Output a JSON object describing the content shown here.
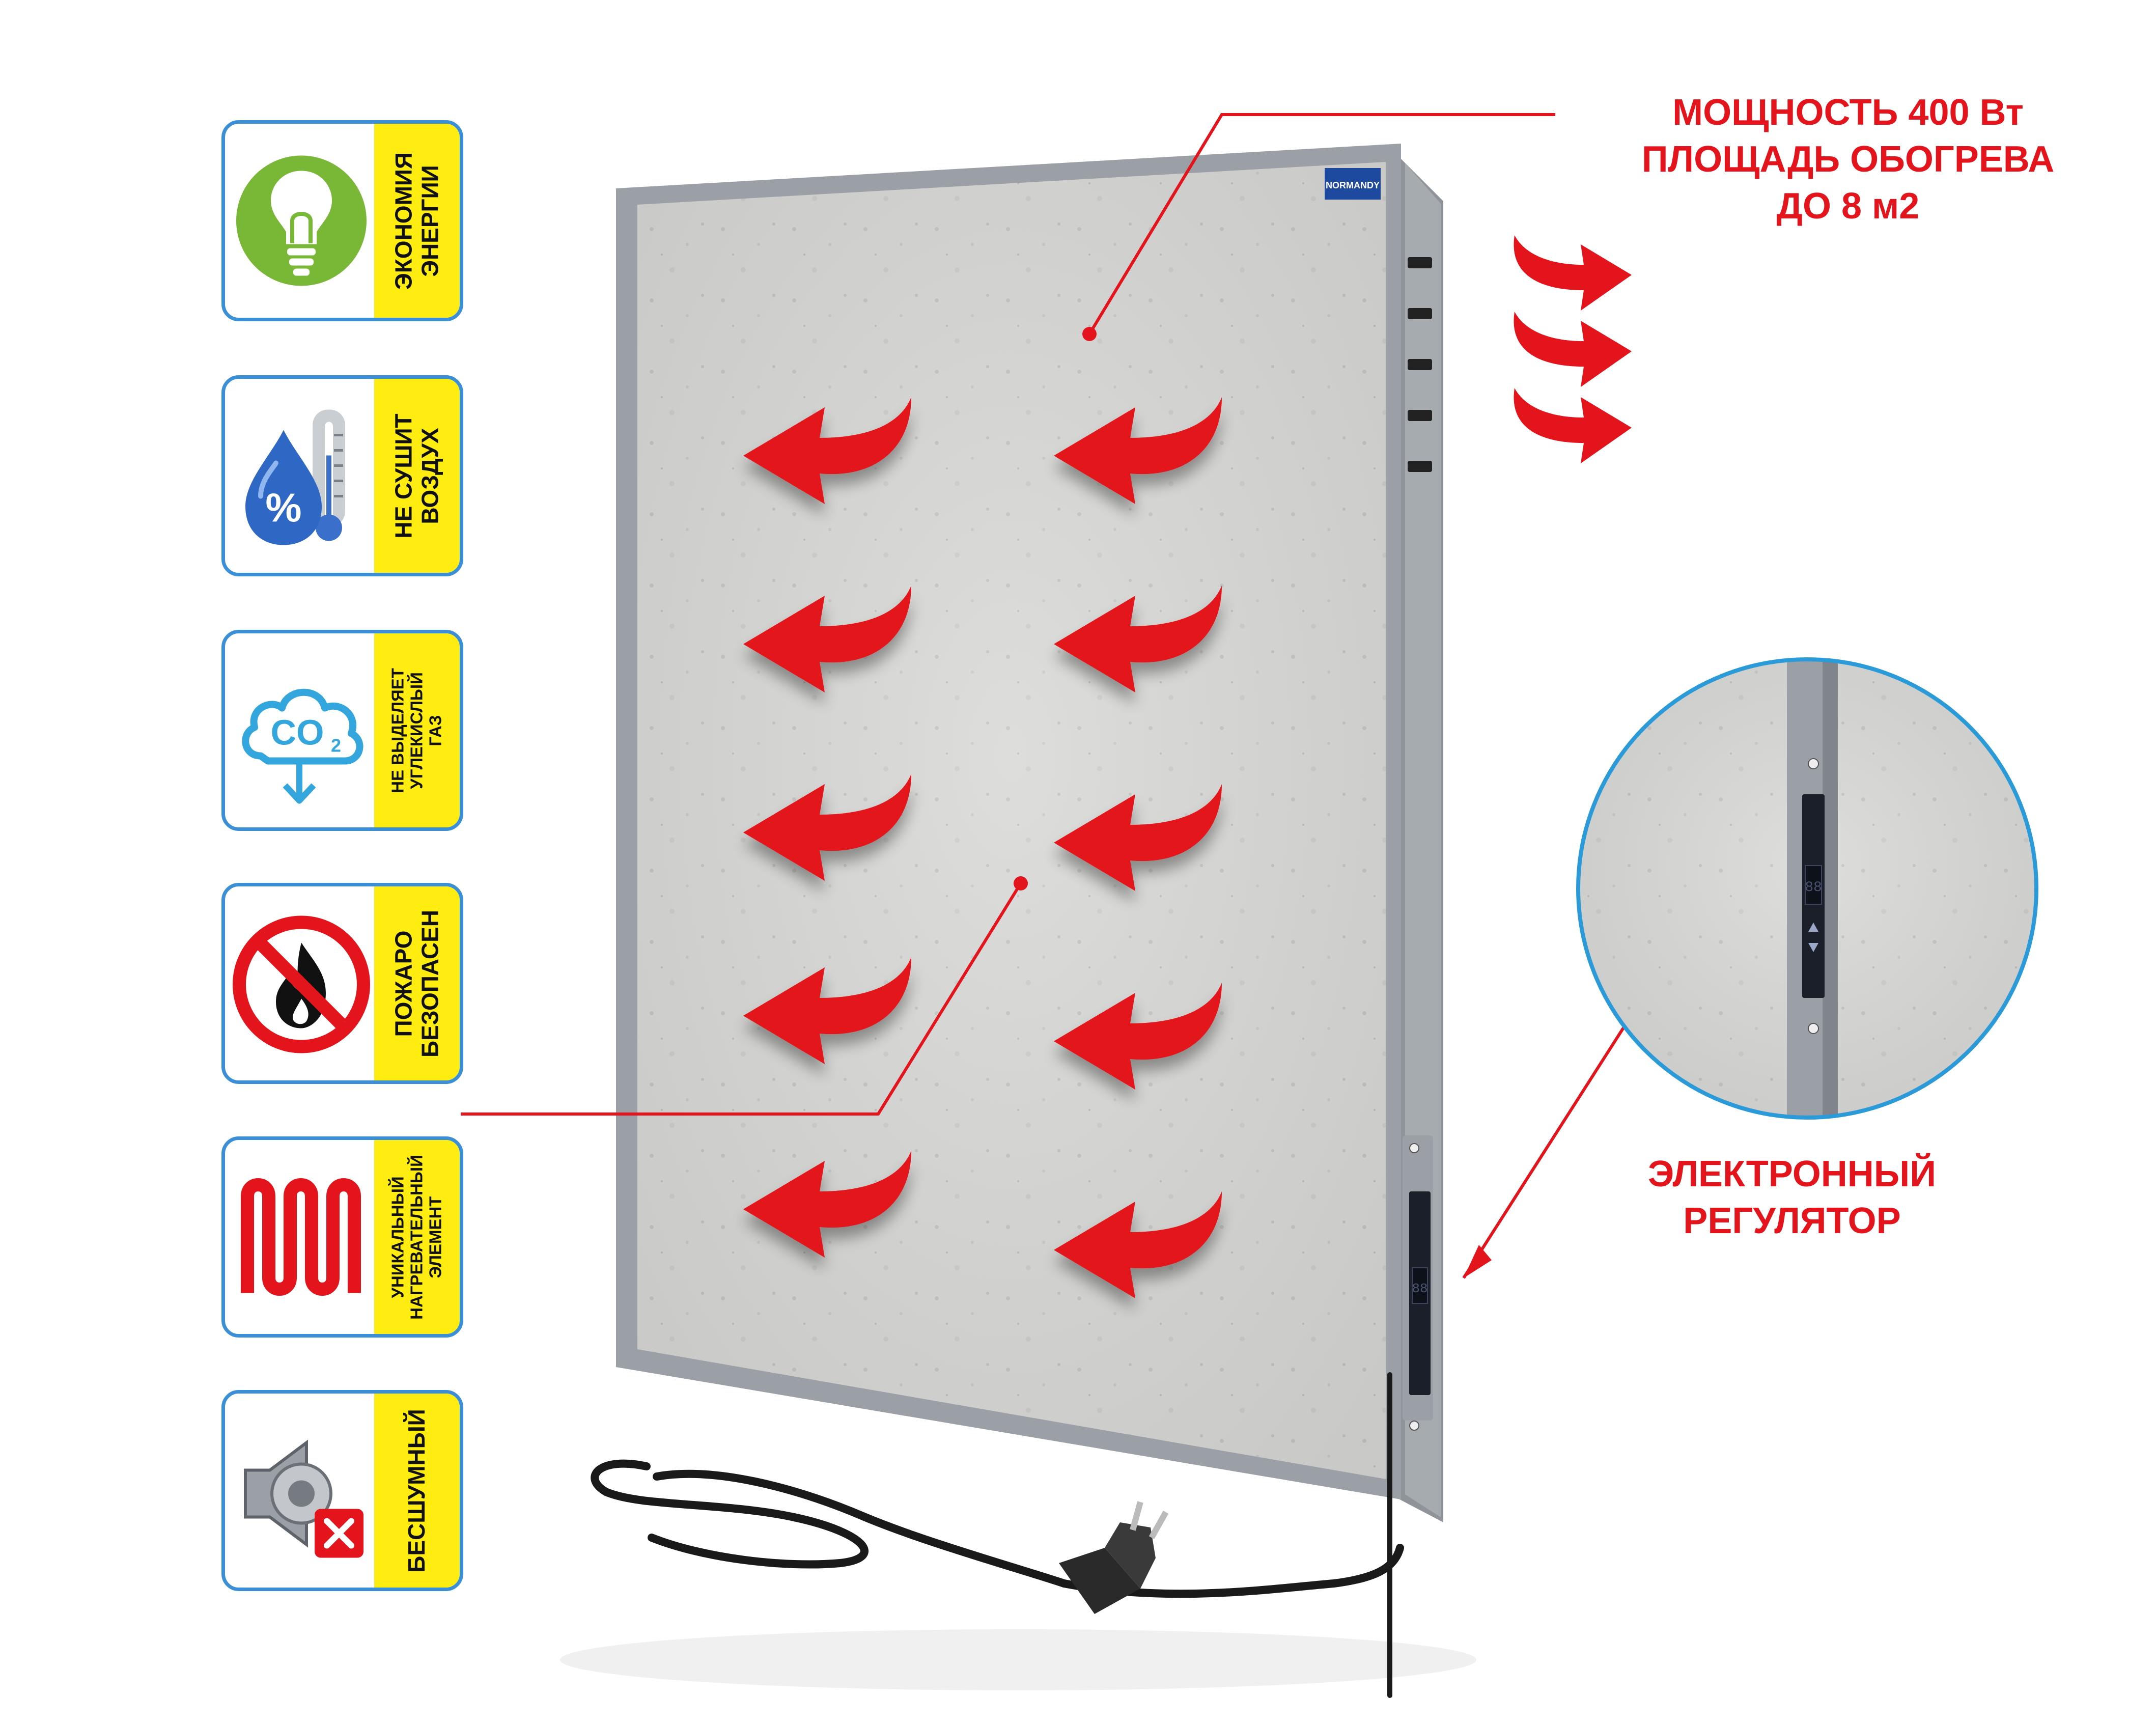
{
  "features": [
    {
      "icon": "energy-bulb-icon",
      "lines": [
        "ЭКОНОМИЯ",
        "ЭНЕРГИИ"
      ]
    },
    {
      "icon": "humidity-drop-icon",
      "lines": [
        "НЕ СУШИТ",
        "ВОЗДУХ"
      ]
    },
    {
      "icon": "co2-cloud-icon",
      "icon_text": "CO",
      "icon_sub": "2",
      "lines": [
        "НЕ ВЫДЕЛЯЕТ",
        "УГЛЕКИСЛЫЙ",
        "ГАЗ"
      ]
    },
    {
      "icon": "no-fire-icon",
      "lines": [
        "ПОЖАРО",
        "БЕЗОПАСЕН"
      ]
    },
    {
      "icon": "heating-element-icon",
      "lines": [
        "УНИКАЛЬНЫЙ",
        "НАГРЕВАТЕЛЬНЫЙ",
        "ЭЛЕМЕНТ"
      ]
    },
    {
      "icon": "silent-speaker-icon",
      "lines": [
        "БЕСШУМНЫЙ"
      ]
    }
  ],
  "specs": {
    "power": "МОЩНОСТЬ 400 Вт",
    "area_line1": "ПЛОЩАДЬ ОБОГРЕВА",
    "area_line2": "ДО 8 м2"
  },
  "regulator": {
    "line1": "ЭЛЕКТРОННЫЙ",
    "line2": "РЕГУЛЯТОР"
  },
  "panel": {
    "brand": "NORMANDY",
    "display_digits": "88"
  },
  "colors": {
    "accent_red": "#e3141b",
    "card_border": "#3b8fd6",
    "label_yellow": "#ffed12",
    "panel_stone": "#d6d6d4",
    "frame_gray": "#9aa0a6",
    "zoom_ring": "#2a9ad8"
  }
}
